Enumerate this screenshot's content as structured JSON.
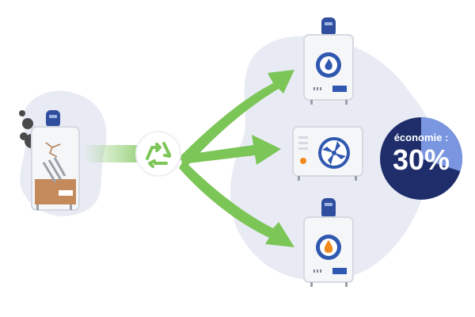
{
  "illustration": {
    "savings_label": "économie :",
    "savings_value": "30%",
    "savings_fraction": 0.3,
    "devices": [
      {
        "name": "old-boiler",
        "state": "broken"
      },
      {
        "name": "gas-boiler",
        "energy": "flame-icon"
      },
      {
        "name": "heat-pump",
        "energy": "fan-icon"
      },
      {
        "name": "oil-boiler",
        "energy": "oil-drop-icon"
      }
    ],
    "colors": {
      "accent_green": "#7cc557",
      "navy": "#1f2e6b",
      "pie_light": "#7a96e0",
      "cloud": "#e8ebf4",
      "boiler_blue": "#2f58b0",
      "oil_orange": "#f08a1c",
      "rust": "#c58a5c"
    }
  }
}
